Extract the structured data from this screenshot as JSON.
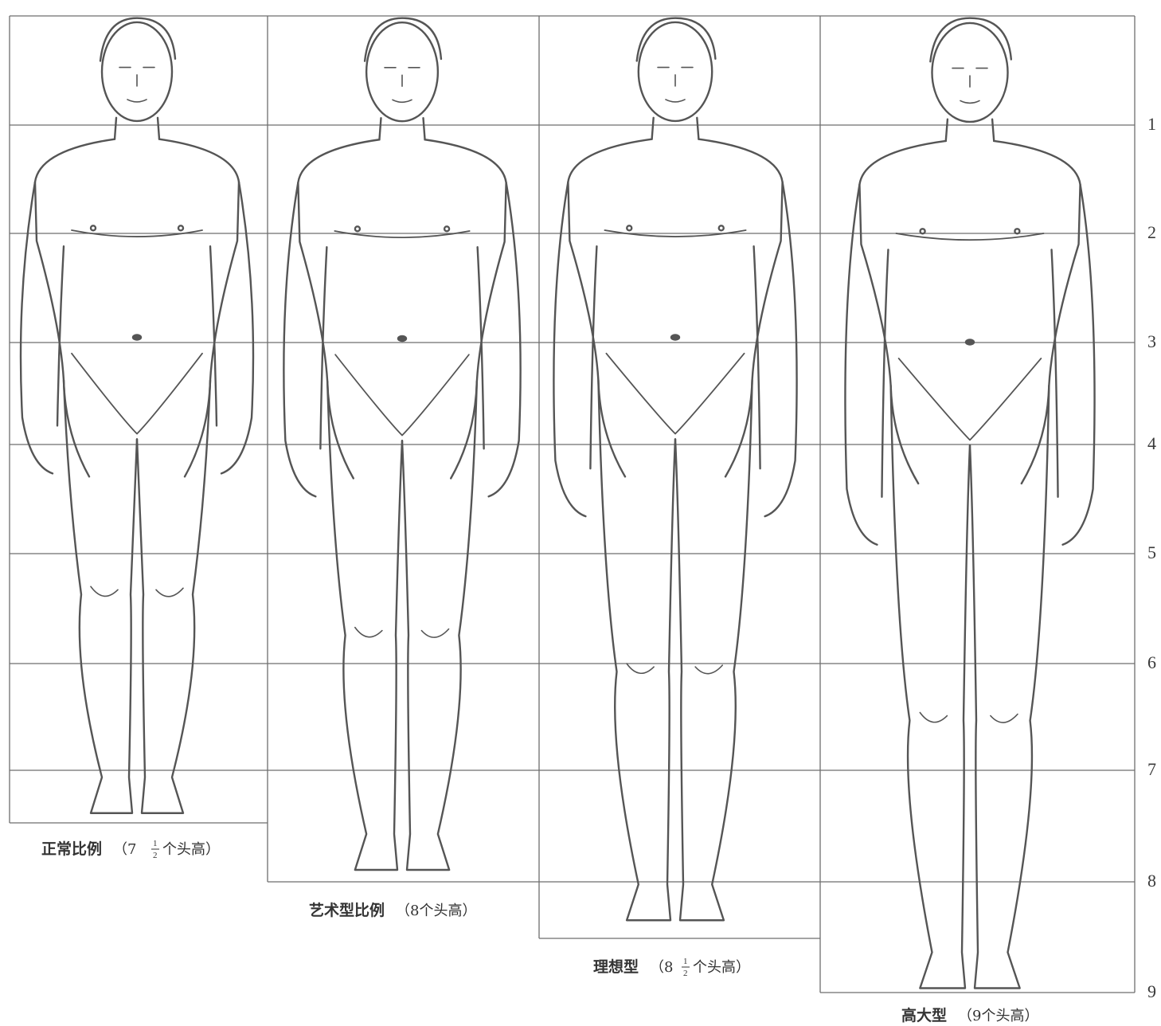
{
  "row_labels": [
    "1",
    "2",
    "3",
    "4",
    "5",
    "6",
    "7",
    "8",
    "9"
  ],
  "figures": [
    {
      "name": "正常比例",
      "paren_open": "（",
      "whole": "7",
      "frac_num": "1",
      "frac_den": "2",
      "unit": "个头高",
      "paren_close": "）"
    },
    {
      "name": "艺术型比例",
      "paren_open": "（",
      "whole": "8",
      "frac_num": "",
      "frac_den": "",
      "unit": "个头高",
      "paren_close": "）"
    },
    {
      "name": "理想型",
      "paren_open": "（",
      "whole": "8",
      "frac_num": "1",
      "frac_den": "2",
      "unit": "个头高",
      "paren_close": "）"
    },
    {
      "name": "高大型",
      "paren_open": "（",
      "whole": "9",
      "frac_num": "",
      "frac_den": "",
      "unit": "个头高",
      "paren_close": "）"
    }
  ],
  "colors": {
    "line": "#6e6e6e",
    "figure": "#555555",
    "text": "#333333"
  }
}
